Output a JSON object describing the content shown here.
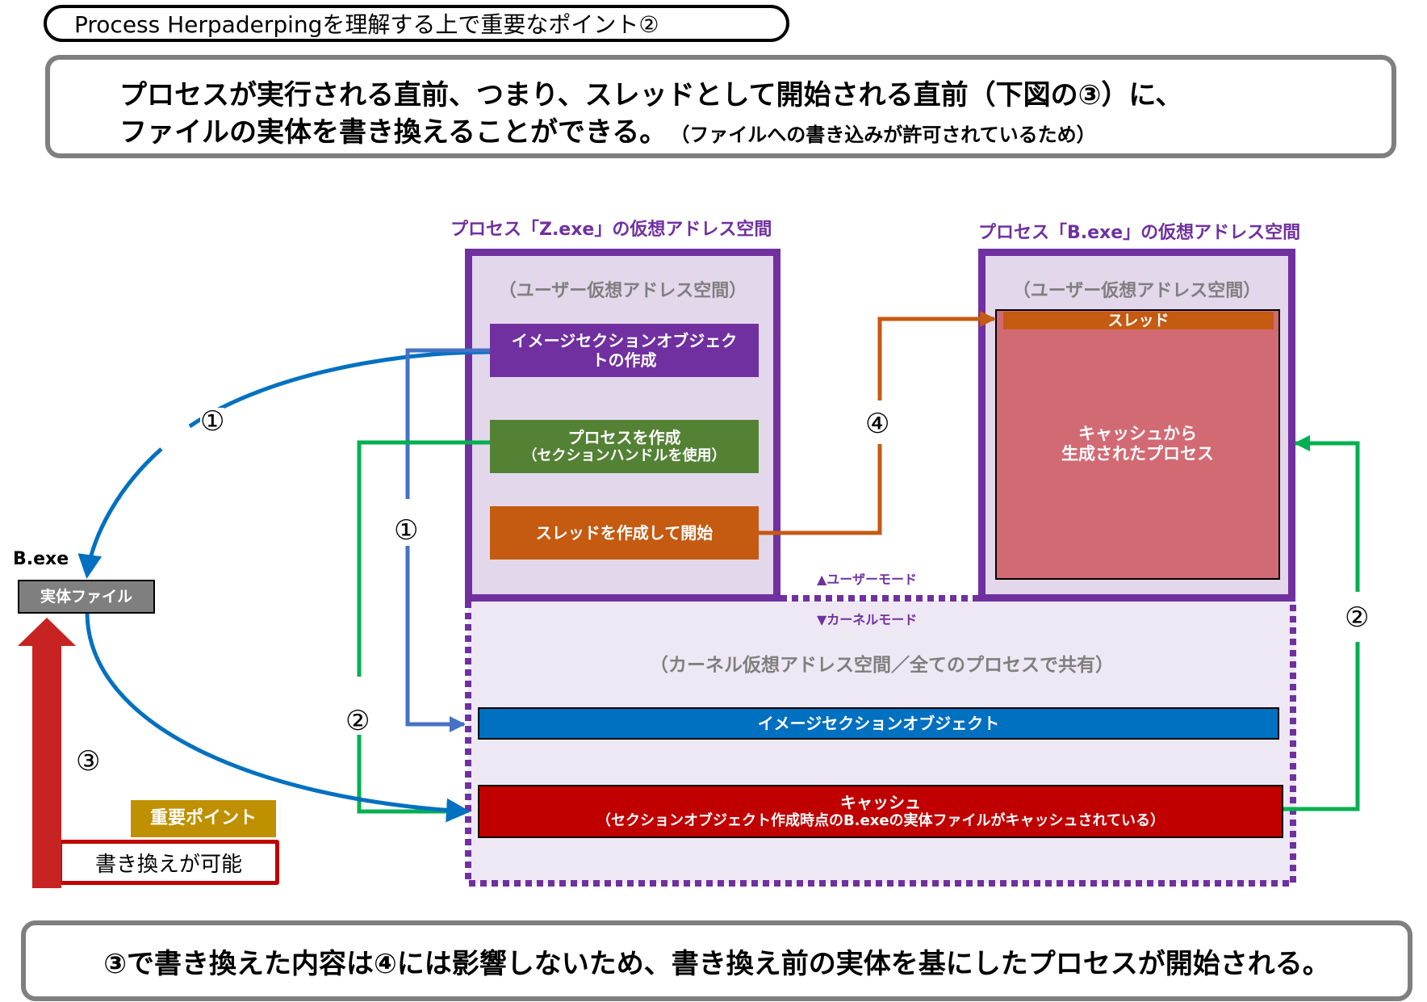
{
  "title": "Process Herpaderpingを理解する上で重要なポイント②",
  "summary": {
    "line1": "プロセスが実行される直前、つまり、スレッドとして開始される直前（下図の③）に、",
    "line2": "ファイルの実体を書き換えることができる。",
    "line2_note": "（ファイルへの書き込みが許可されているため）"
  },
  "conclusion": "③で書き換えた内容は④には影響しないため、書き換え前の実体を基にしたプロセスが開始される。",
  "process_z": {
    "label": "プロセス「Z.exe」の仮想アドレス空間",
    "user_space_label": "（ユーザー仮想アドレス空間）",
    "steps": [
      {
        "line1": "イメージセクションオブジェク",
        "line2": "トの作成",
        "color": "#7030a0"
      },
      {
        "line1": "プロセスを作成",
        "line2": "（セクションハンドルを使用）",
        "color": "#548235"
      },
      {
        "line1": "スレッドを作成して開始",
        "line2": "",
        "color": "#c55a11"
      }
    ]
  },
  "process_b": {
    "label": "プロセス「B.exe」の仮想アドレス空間",
    "user_space_label": "（ユーザー仮想アドレス空間）",
    "thread_label": "スレッド",
    "process_line1": "キャッシュから",
    "process_line2": "生成されたプロセス"
  },
  "modes": {
    "user": "▲ユーザーモード",
    "kernel": "▼カーネルモード"
  },
  "kernel": {
    "label": "（カーネル仮想アドレス空間／全てのプロセスで共有）",
    "image_section": "イメージセクションオブジェクト",
    "cache_line1": "キャッシュ",
    "cache_line2": "（セクションオブジェクト作成時点のB.exeの実体ファイルがキャッシュされている）"
  },
  "file": {
    "name": "B.exe",
    "label": "実体ファイル"
  },
  "callout": {
    "badge": "重要ポイント",
    "text": "書き換えが可能"
  },
  "step_numbers": {
    "one_a": "①",
    "one_b": "①",
    "two_a": "②",
    "two_b": "②",
    "three": "③",
    "four": "④"
  },
  "colors": {
    "purple": "#7030a0",
    "blue": "#0070c0",
    "green": "#00b050",
    "orange": "#c55a11",
    "red": "#c00000",
    "pink": "#d26a74",
    "gold": "#bf9000"
  }
}
